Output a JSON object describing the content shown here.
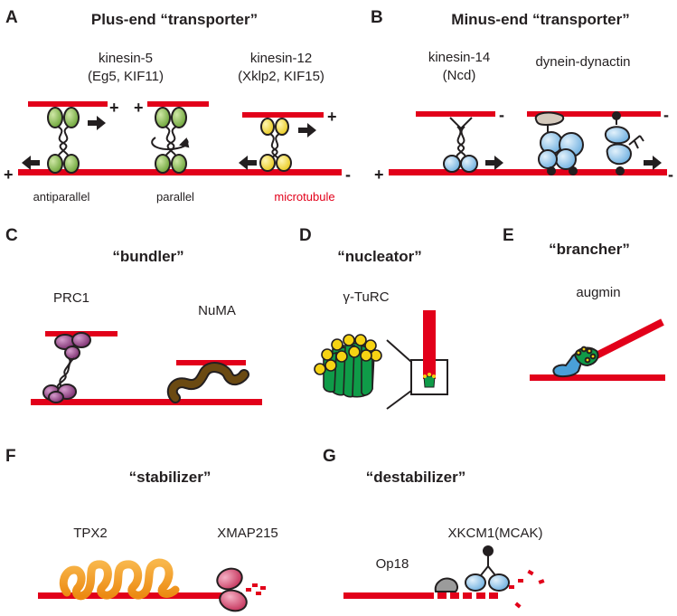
{
  "colors": {
    "microtubule": "#e2001a",
    "kinesin5_head": "#8cbe43",
    "kinesin12_head": "#f8e033",
    "kinesin14_head": "#9fcbea",
    "prc1_head": "#8e3a80",
    "numa": "#6b4a12",
    "gamma_turc_body": "#0f9b48",
    "gamma_turc_ring": "#f6d313",
    "augmin": "#4aa0d8",
    "tpx2": "#f39a20",
    "xmap215": "#d9456e",
    "op18": "#9b9b9b",
    "outline": "#231f20"
  },
  "panels": {
    "A": {
      "letter": "A",
      "title": "Plus-end “transporter”",
      "kinesin5": {
        "name": "kinesin-5",
        "aliases": "(Eg5, KIF11)"
      },
      "kinesin12": {
        "name": "kinesin-12",
        "aliases": "(Xklp2, KIF15)"
      },
      "antiparallel": "antiparallel",
      "parallel": "parallel",
      "microtubule": "microtubule"
    },
    "B": {
      "letter": "B",
      "title": "Minus-end “transporter”",
      "kinesin14": {
        "name": "kinesin-14",
        "aliases": "(Ncd)"
      },
      "dynein": "dynein-dynactin"
    },
    "C": {
      "letter": "C",
      "title": "“bundler”",
      "prc1": "PRC1",
      "numa": "NuMA"
    },
    "D": {
      "letter": "D",
      "title": "“nucleator”",
      "gturc": "γ-TuRC"
    },
    "E": {
      "letter": "E",
      "title": "“brancher”",
      "augmin": "augmin"
    },
    "F": {
      "letter": "F",
      "title": "“stabilizer”",
      "tpx2": "TPX2",
      "xmap215": "XMAP215"
    },
    "G": {
      "letter": "G",
      "title": "“destabilizer”",
      "mcak": "XKCM1(MCAK)",
      "op18": "Op18"
    }
  },
  "polarity": {
    "plus": "+",
    "minus": "-"
  }
}
